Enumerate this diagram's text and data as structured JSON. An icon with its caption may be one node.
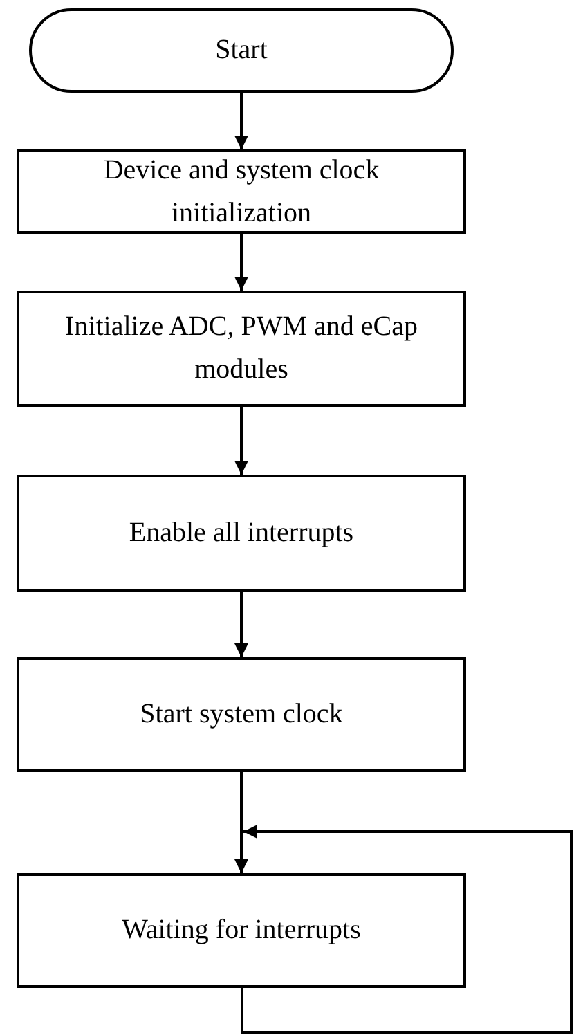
{
  "diagram": {
    "nodes": [
      {
        "text": [
          "Start"
        ]
      },
      {
        "text": [
          "Device and system clock initialization"
        ]
      },
      {
        "text": [
          "Initialize ADC, PWM and eCap modules"
        ]
      },
      {
        "text": [
          "Enable all interrupts"
        ]
      },
      {
        "text": [
          "Start system clock"
        ]
      },
      {
        "text": [
          "Waiting for interrupts"
        ]
      }
    ],
    "edges": [
      {
        "from": 0,
        "to": 1,
        "arrow": "to"
      },
      {
        "from": 1,
        "to": 2,
        "arrow": "to"
      },
      {
        "from": 2,
        "to": 3,
        "arrow": "to"
      },
      {
        "from": 3,
        "to": 4,
        "arrow": "to"
      },
      {
        "from": 4,
        "to": 5,
        "arrow": "to"
      },
      {
        "from": 5,
        "to": 5,
        "arrow": "to"
      }
    ]
  }
}
